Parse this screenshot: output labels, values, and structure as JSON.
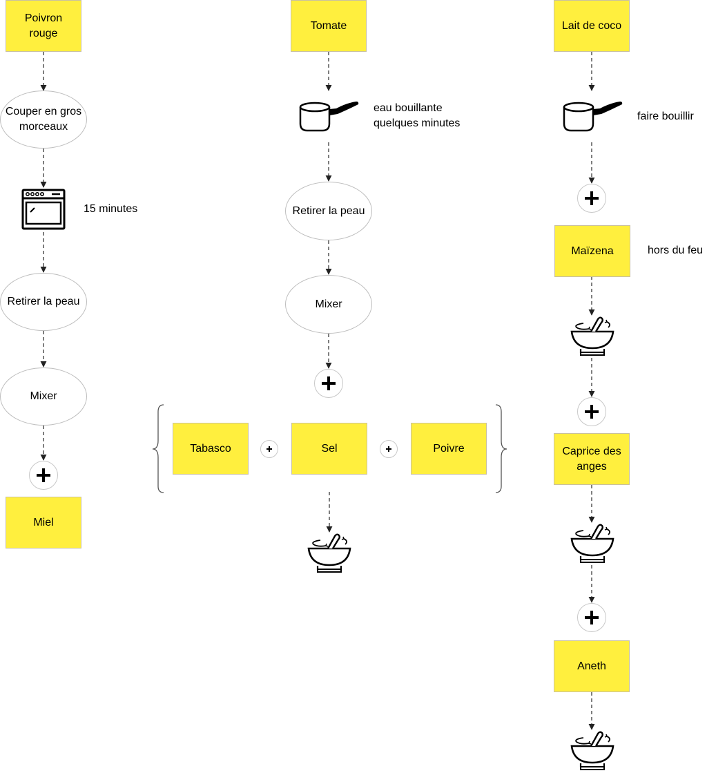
{
  "poivron": {
    "title": "Poivron rouge",
    "step1": "Couper en gros morceaux",
    "oven_time": "15 minutes",
    "step2": "Retirer la peau",
    "step3": "Mixer",
    "ingredient": "Miel"
  },
  "tomate": {
    "title": "Tomate",
    "pot_note": "eau bouillante quelques minutes",
    "step1": "Retirer la peau",
    "step2": "Mixer",
    "extras": [
      "Tabasco",
      "Sel",
      "Poivre"
    ]
  },
  "coco": {
    "title": "Lait de coco",
    "pot_note": "faire bouillir",
    "ingredient1": "Maïzena",
    "ingredient1_note": "hors du feu",
    "ingredient2": "Caprice des anges",
    "ingredient3": "Aneth"
  },
  "icons": [
    "oven-icon",
    "saucepan-icon",
    "mortar-pestle-icon",
    "plus-icon",
    "curly-brace-icon"
  ],
  "colors": {
    "sticky": "#ffef3e",
    "line": "#3a3a3a",
    "outline": "#bdbdbd"
  }
}
